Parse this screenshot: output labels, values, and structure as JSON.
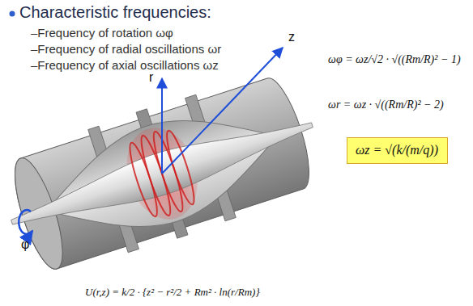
{
  "diagram": {
    "title": "Characteristic frequencies:",
    "nodes": [
      {
        "text": [
          "ωz = √(k/(m/q))"
        ]
      }
    ],
    "labels": [
      "–Frequency of rotation ωφ",
      "–Frequency of radial oscillations ωr",
      "–Frequency of axial oscillations ωz",
      "r",
      "z",
      "φ",
      "ωφ = ωz/√2 · √((Rm/R)² − 1)",
      "ωr = ωz · √((Rm/R)² − 2)",
      "U(r,z) = k/2 · {z² − r²/2 + Rm² · ln(r/Rm)}"
    ]
  }
}
